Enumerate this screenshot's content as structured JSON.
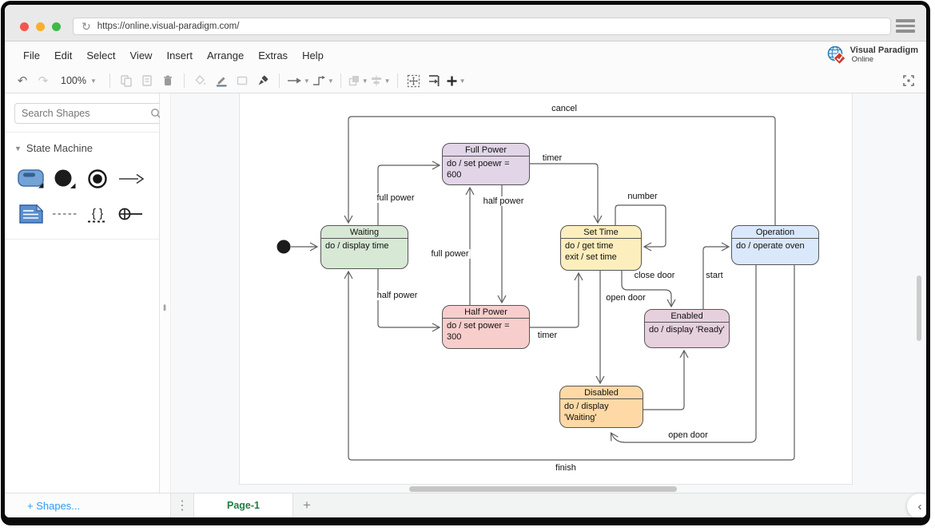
{
  "browser": {
    "url": "https://online.visual-paradigm.com/",
    "reload_icon": "↻",
    "traffic_lights": {
      "close": "#f4544d",
      "minimize": "#f6b02c",
      "maximize": "#3dba49"
    },
    "menu_icon": "hamburger-icon"
  },
  "menubar": {
    "items": [
      "File",
      "Edit",
      "Select",
      "View",
      "Insert",
      "Arrange",
      "Extras",
      "Help"
    ],
    "logo": {
      "line1": "Visual Paradigm",
      "line2": "Online"
    }
  },
  "toolbar": {
    "zoom": "100%",
    "icons": [
      "undo",
      "redo",
      "copy",
      "document",
      "trash",
      "fill-color",
      "line-color",
      "shape-style",
      "format-painter",
      "arrow-style",
      "connector-style",
      "bring-forward",
      "align",
      "fit-selection",
      "fit-page",
      "add-shape",
      "fullscreen"
    ]
  },
  "sidebar": {
    "search_placeholder": "Search Shapes",
    "section_title": "State Machine",
    "shape_icons": [
      "state",
      "initial-state",
      "final-state",
      "transition",
      "note",
      "dotted-line",
      "constraint",
      "fork-join"
    ],
    "footer_link": "+ Shapes..."
  },
  "pagebar": {
    "tab": "Page-1",
    "add": "+"
  },
  "diagram": {
    "states": [
      {
        "name": "Waiting",
        "actions": [
          "do / display time"
        ],
        "fill": "#d7e9d5"
      },
      {
        "name": "Full Power",
        "actions": [
          "do / set poewr = 600"
        ],
        "fill": "#e1d5e7"
      },
      {
        "name": "Half Power",
        "actions": [
          "do / set power = 300"
        ],
        "fill": "#f8cecc"
      },
      {
        "name": "Set Time",
        "actions": [
          "do / get time",
          "exit / set time"
        ],
        "fill": "#fdeebd"
      },
      {
        "name": "Operation",
        "actions": [
          "do / operate oven"
        ],
        "fill": "#dae8fc"
      },
      {
        "name": "Enabled",
        "actions": [
          "do / display 'Ready'"
        ],
        "fill": "#e6d0de"
      },
      {
        "name": "Disabled",
        "actions": [
          "do / display 'Waiting'"
        ],
        "fill": "#fed9a6"
      }
    ],
    "edge_labels": [
      {
        "text": "cancel"
      },
      {
        "text": "finish"
      },
      {
        "text": "full power"
      },
      {
        "text": "half power"
      },
      {
        "text": "full power"
      },
      {
        "text": "half power"
      },
      {
        "text": "timer"
      },
      {
        "text": "timer"
      },
      {
        "text": "number"
      },
      {
        "text": "close door"
      },
      {
        "text": "open door"
      },
      {
        "text": "start"
      },
      {
        "text": "open door"
      }
    ],
    "line_color": "#5c5c5c"
  }
}
